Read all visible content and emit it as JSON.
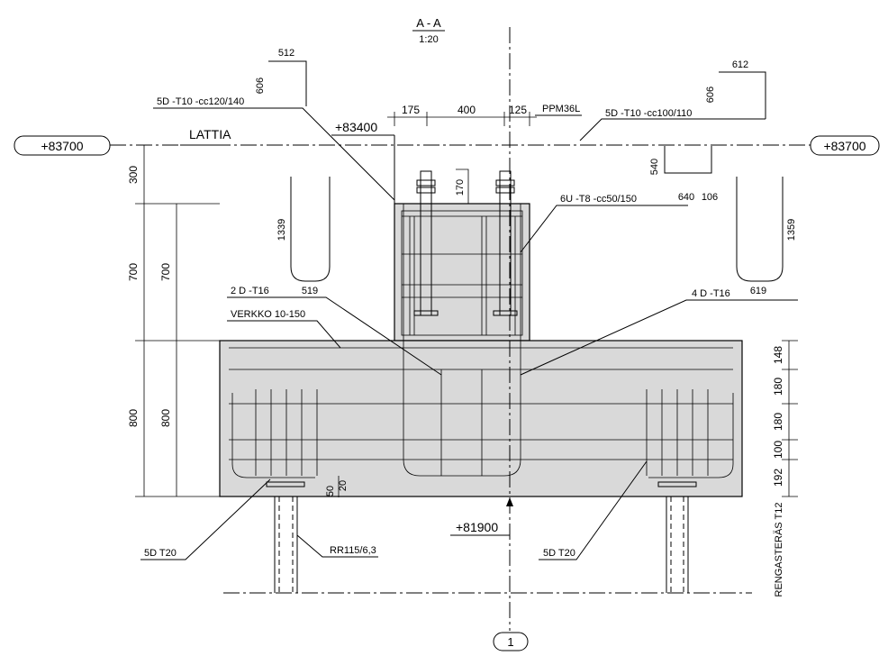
{
  "section": {
    "title": "A - A",
    "scale": "1:20"
  },
  "levels": {
    "left": "+83700",
    "right": "+83700",
    "top_of_pedestal": "+83400",
    "bottom": "+81900"
  },
  "floor_label": "LATTIA",
  "axis_label": "1",
  "rebar": {
    "t10_left": "5D -T10 -cc120/140",
    "t10_right": "5D -T10 -cc100/110",
    "stirrups": "6U -T8 -cc50/150",
    "d16_left": "2 D -T16",
    "d16_right": "4 D -T16",
    "mesh": "VERKKO 10-150",
    "t20_left": "5D T20",
    "t20_right": "5D T20",
    "pile": "RR115/6,3",
    "anchor": "PPM36L",
    "ring_bar": "RENGASTERÄS T12"
  },
  "bending": {
    "left_top_len": "512",
    "left_top_leg": "606",
    "right_top_len": "612",
    "right_top_leg": "606",
    "hook_leg": "540",
    "hook_a": "640",
    "hook_b": "106",
    "u_left_leg": "1339",
    "u_left_base": "519",
    "u_right_leg": "1359",
    "u_right_base": "619"
  },
  "dims": {
    "top_a": "175",
    "top_b": "400",
    "top_c": "125",
    "bolt": "170",
    "left_outer": [
      "300",
      "700",
      "800"
    ],
    "left_inner": [
      "700",
      "800"
    ],
    "right": [
      "148",
      "180",
      "180",
      "100",
      "192"
    ],
    "bottom_a": "50",
    "bottom_b": "20"
  }
}
